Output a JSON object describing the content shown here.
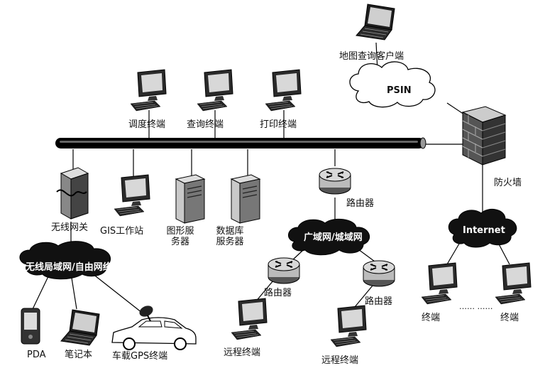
{
  "nodes": {
    "map_client": "地图查询客户端",
    "psin": "PSIN",
    "dispatch": "调度终端",
    "query": "查询终端",
    "print": "打印终端",
    "firewall": "防火墙",
    "wireless_gw": "无线网关",
    "gis": "GIS工作站",
    "graphics_server": "图形服务器",
    "db_server": "数据库服务器",
    "router_top": "路由器",
    "wan": "广域网/城域网",
    "internet": "Internet",
    "wlan": "无线局域网/自由网络",
    "router_left": "路由器",
    "router_right": "路由器",
    "pda": "PDA",
    "laptop": "笔记本",
    "car_gps": "车载GPS终端",
    "remote1": "远程终端",
    "remote2": "远程终端",
    "term1": "终端",
    "term2": "终端",
    "ellipsis": "…… ……"
  }
}
